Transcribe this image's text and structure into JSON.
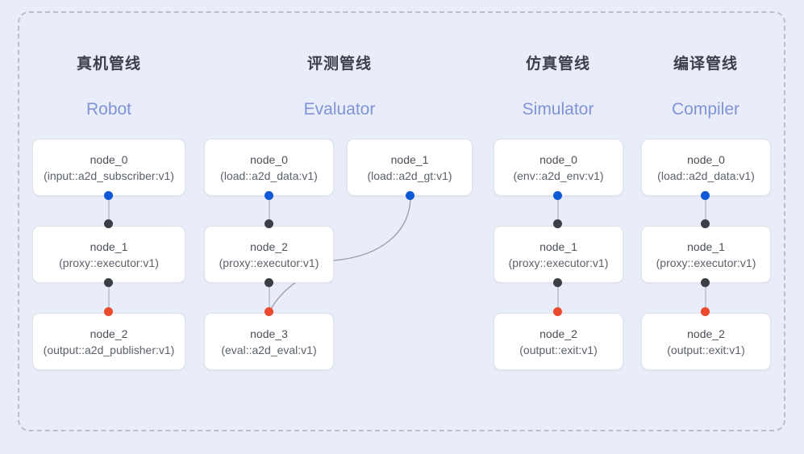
{
  "diagram": {
    "background_color": "#e9edf9",
    "frame_border_color": "#b9bfcc",
    "port_colors": {
      "blue": "#1059d6",
      "dark": "#3a3f46",
      "red": "#ec4a2c"
    },
    "edge_color": "#9aa0ab",
    "columns": [
      {
        "title_cn": "真机管线",
        "title_en": "Robot",
        "nodes": [
          {
            "name": "node_0",
            "spec": "(input::a2d_subscriber:v1)"
          },
          {
            "name": "node_1",
            "spec": "(proxy::executor:v1)"
          },
          {
            "name": "node_2",
            "spec": "(output::a2d_publisher:v1)"
          }
        ]
      },
      {
        "title_cn": "评测管线",
        "title_en": "Evaluator",
        "nodes": [
          {
            "name": "node_0",
            "spec": "(load::a2d_data:v1)"
          },
          {
            "name": "node_1",
            "spec": "(load::a2d_gt:v1)"
          },
          {
            "name": "node_2",
            "spec": "(proxy::executor:v1)"
          },
          {
            "name": "node_3",
            "spec": "(eval::a2d_eval:v1)"
          }
        ]
      },
      {
        "title_cn": "仿真管线",
        "title_en": "Simulator",
        "nodes": [
          {
            "name": "node_0",
            "spec": "(env::a2d_env:v1)"
          },
          {
            "name": "node_1",
            "spec": "(proxy::executor:v1)"
          },
          {
            "name": "node_2",
            "spec": "(output::exit:v1)"
          }
        ]
      },
      {
        "title_cn": "编译管线",
        "title_en": "Compiler",
        "nodes": [
          {
            "name": "node_0",
            "spec": "(load::a2d_data:v1)"
          },
          {
            "name": "node_1",
            "spec": "(proxy::executor:v1)"
          },
          {
            "name": "node_2",
            "spec": "(output::exit:v1)"
          }
        ]
      }
    ]
  }
}
